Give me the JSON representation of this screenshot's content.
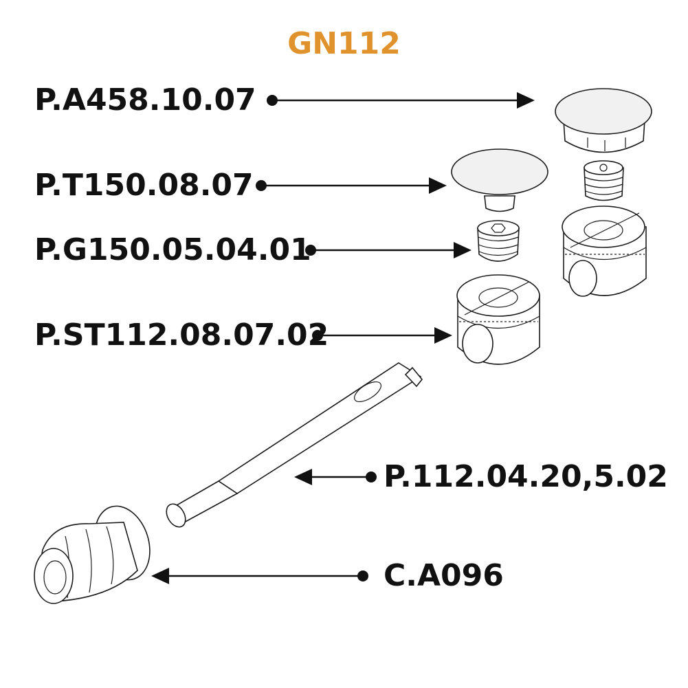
{
  "title": "GN112",
  "colors": {
    "title": "#e0922c",
    "text": "#111111"
  },
  "labels": [
    {
      "id": "p-a458",
      "text": "P.A458.10.07"
    },
    {
      "id": "p-t150",
      "text": "P.T150.08.07"
    },
    {
      "id": "p-g150",
      "text": "P.G150.05.04.01"
    },
    {
      "id": "p-st112",
      "text": "P.ST112.08.07.02"
    },
    {
      "id": "p-112",
      "text": "P.112.04.20,5.02"
    },
    {
      "id": "c-a096",
      "text": "C.A096"
    }
  ]
}
